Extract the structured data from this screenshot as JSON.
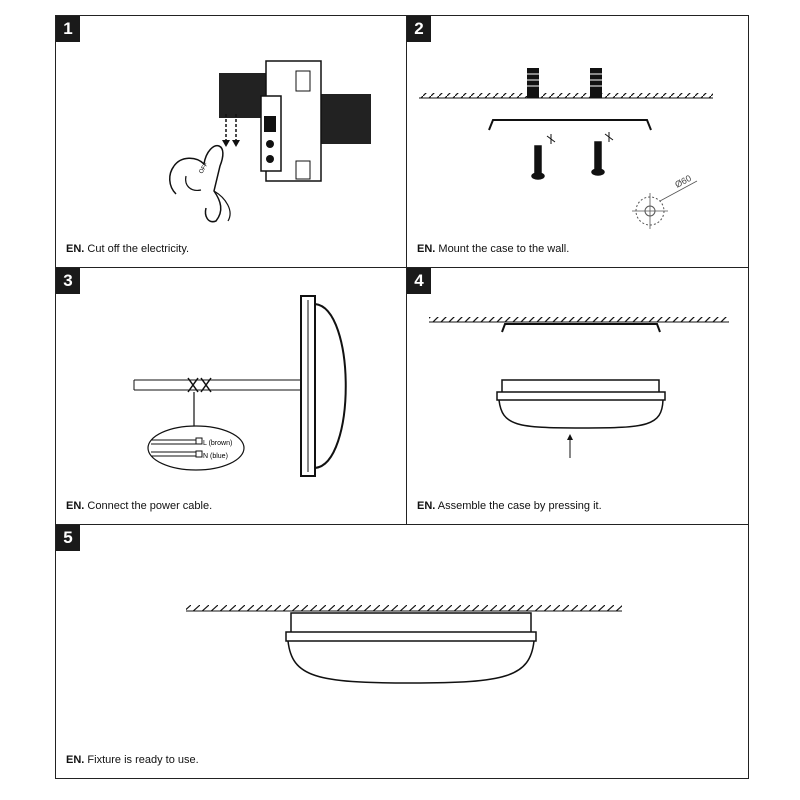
{
  "steps": [
    {
      "number": "1",
      "lang": "EN.",
      "caption": "Cut off the electricity."
    },
    {
      "number": "2",
      "lang": "EN.",
      "caption": "Mount the case to the wall."
    },
    {
      "number": "3",
      "lang": "EN.",
      "caption": "Connect the power cable."
    },
    {
      "number": "4",
      "lang": "EN.",
      "caption": "Assemble the case by pressing it."
    },
    {
      "number": "5",
      "lang": "EN.",
      "caption": "Fixture is ready to use."
    }
  ],
  "labels": {
    "finger_mark": "OFF",
    "diameter": "Ø60",
    "wire_l": "L (brown)",
    "wire_n": "N (blue)"
  }
}
